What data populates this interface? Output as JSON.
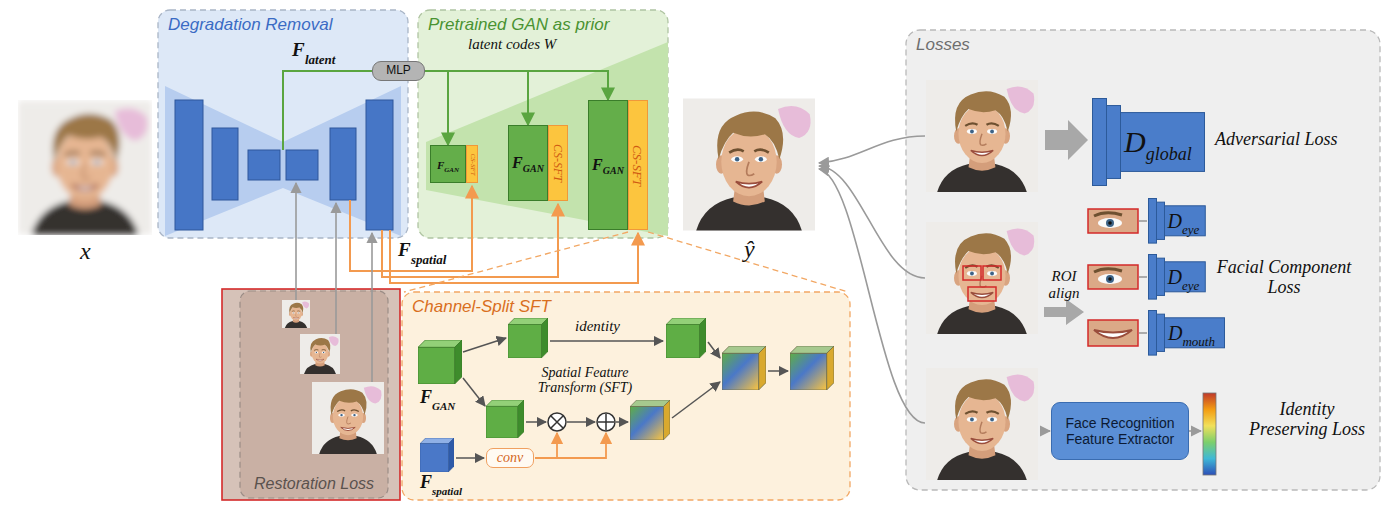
{
  "diagram": {
    "nodes": [
      {
        "text": [
          "Degradation Removal"
        ]
      },
      {
        "text": [
          "MLP"
        ]
      },
      {
        "text": [
          "Pretrained GAN as prior"
        ]
      },
      {
        "text": [
          "F",
          "GAN"
        ],
        "in": 2
      },
      {
        "text": [
          "CS-SFT"
        ],
        "in": 2
      },
      {
        "text": [
          "F",
          "GAN"
        ],
        "in": 2
      },
      {
        "text": [
          "CS-SFT"
        ],
        "in": 2
      },
      {
        "text": [
          "F",
          "GAN"
        ],
        "in": 2
      },
      {
        "text": [
          "CS-SFT"
        ],
        "in": 2
      },
      {
        "text": [
          "Restoration Loss"
        ]
      },
      {
        "text": [
          "Channel-Split SFT"
        ]
      },
      {
        "text": [
          "conv"
        ],
        "in": 10
      },
      {
        "text": [
          "Losses"
        ]
      },
      {
        "text": [
          "D",
          "global"
        ],
        "in": 12
      },
      {
        "text": [
          "D",
          "eye"
        ],
        "in": 12
      },
      {
        "text": [
          "D",
          "eye"
        ],
        "in": 12
      },
      {
        "text": [
          "D",
          "mouth"
        ],
        "in": 12
      },
      {
        "text": [
          "Face Recognition Feature Extractor"
        ],
        "in": 12
      }
    ],
    "edges": [
      {
        "from": 1,
        "to": 3,
        "arrow": "to"
      },
      {
        "from": 1,
        "to": 5,
        "arrow": "to"
      },
      {
        "from": 1,
        "to": 7,
        "arrow": "to"
      }
    ],
    "labels": [
      "F",
      "latent",
      "latent codes W",
      "x",
      "ŷ",
      "F",
      "spatial",
      "identity",
      "Spatial Feature Transform (SFT)",
      "F",
      "GAN",
      "F",
      "spatial",
      "Adversarial Loss",
      "ROI align",
      "Facial Component Loss",
      "Identity Preserving Loss"
    ]
  }
}
